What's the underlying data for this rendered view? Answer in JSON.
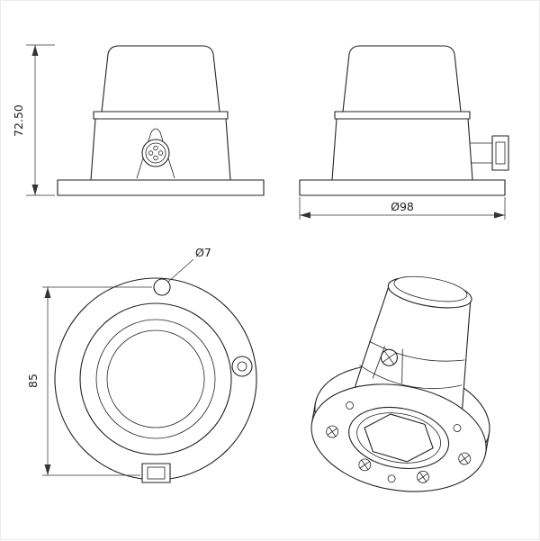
{
  "drawing": {
    "dimensions": {
      "overall_height": "72.50",
      "base_diameter": "Ø98",
      "mounting_hole": "Ø7",
      "hole_spacing": "85"
    }
  }
}
